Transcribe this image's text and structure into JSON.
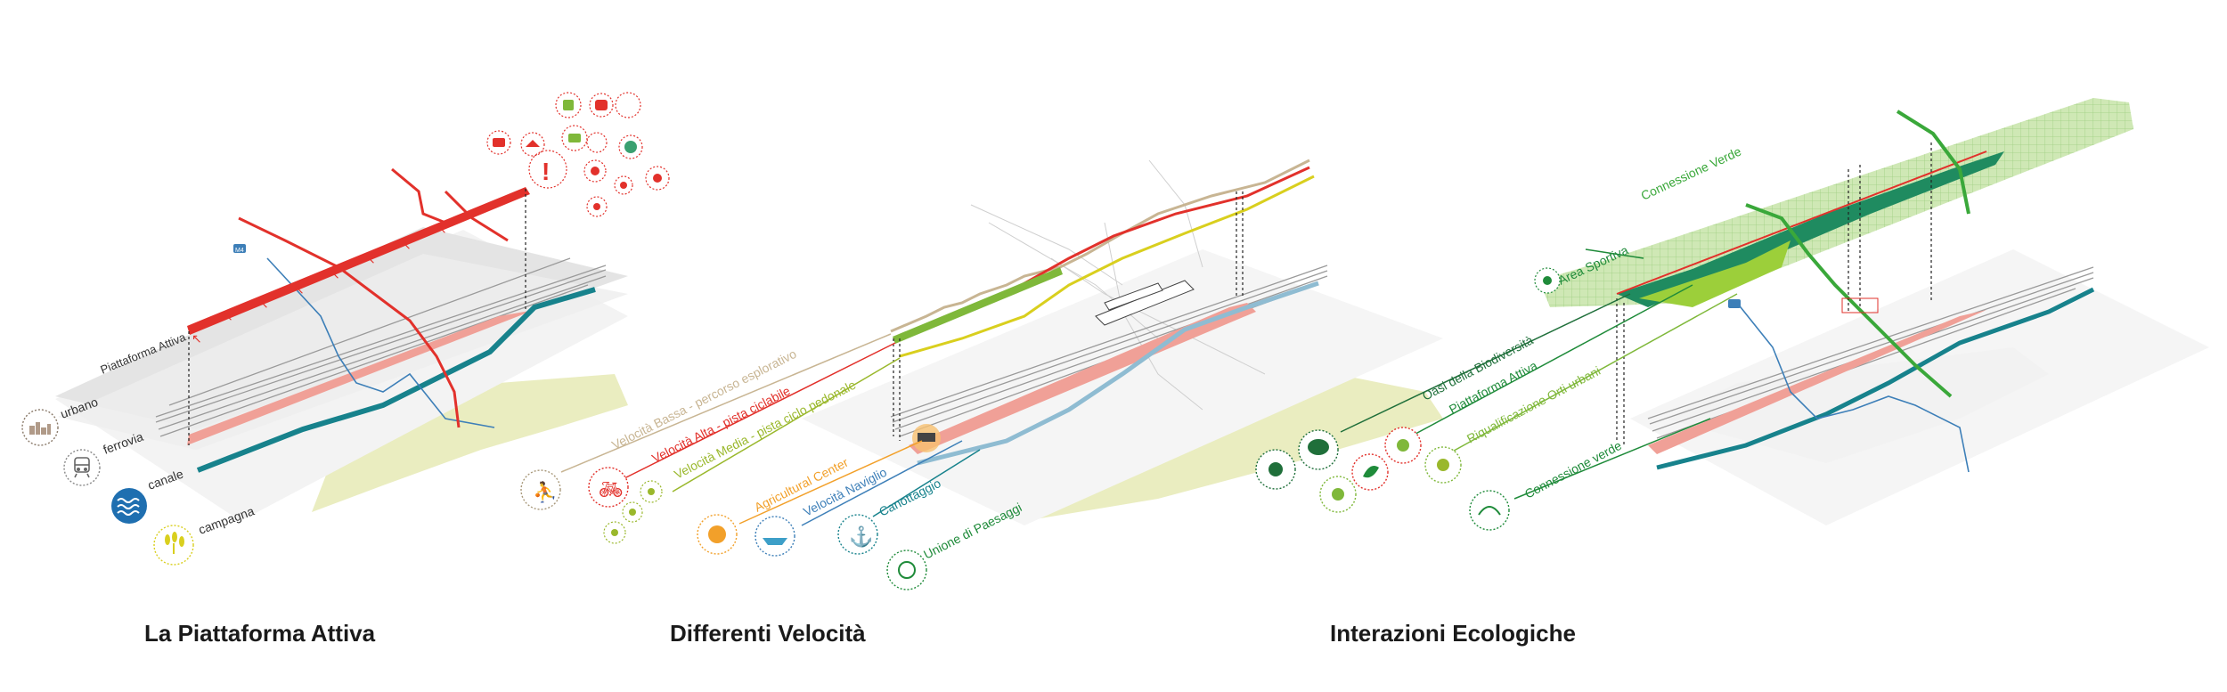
{
  "colors": {
    "red": "#e2312b",
    "salmon": "#f0a097",
    "teal": "#17828c",
    "blue": "#3d7fb8",
    "lightblue": "#8fbcd2",
    "tan": "#c8b593",
    "green_dark": "#1f8b3a",
    "green_light": "#7fb83a",
    "yellow": "#d9cf1e",
    "orange": "#f2a02a",
    "countryside": "#eaedc0",
    "platform_grey": "#dedede"
  },
  "panels": [
    {
      "title": "La Piattaforma Attiva",
      "platform_label": "Piattaforma Attiva",
      "legend": [
        {
          "label": "urbano",
          "icon": "buildings-icon"
        },
        {
          "label": "ferrovia",
          "icon": "train-icon"
        },
        {
          "label": "canale",
          "icon": "waves-icon"
        },
        {
          "label": "campagna",
          "icon": "wheat-icon"
        }
      ]
    },
    {
      "title": "Differenti Velocità",
      "callouts": [
        {
          "label": "Velocità Bassa - percorso esplorativo",
          "color": "#c8b593"
        },
        {
          "label": "Velocità Alta - pista ciclabile",
          "color": "#e2312b"
        },
        {
          "label": "Velocità Media - pista ciclo pedonale",
          "color": "#9ab82c"
        },
        {
          "label": "Agricultural Center",
          "color": "#f2a02a"
        },
        {
          "label": "Velocità Naviglio",
          "color": "#3d7fb8"
        },
        {
          "label": "Canottaggio",
          "color": "#17828c"
        },
        {
          "label": "Unione di Paesaggi",
          "color": "#1f8b3a"
        }
      ]
    },
    {
      "title": "Interazioni Ecologiche",
      "callouts": [
        {
          "label": "Connessione Verde",
          "color": "#3aa83a"
        },
        {
          "label": "Area Sportiva",
          "color": "#1f8b3a"
        },
        {
          "label": "Oasi della Biodiversità",
          "color": "#1f6f3a"
        },
        {
          "label": "Piattaforma Attiva",
          "color": "#1f8b3a"
        },
        {
          "label": "Riqualificazione Orti urbani",
          "color": "#7fb83a"
        },
        {
          "label": "Connessione verde",
          "color": "#1f8b3a"
        }
      ]
    }
  ]
}
